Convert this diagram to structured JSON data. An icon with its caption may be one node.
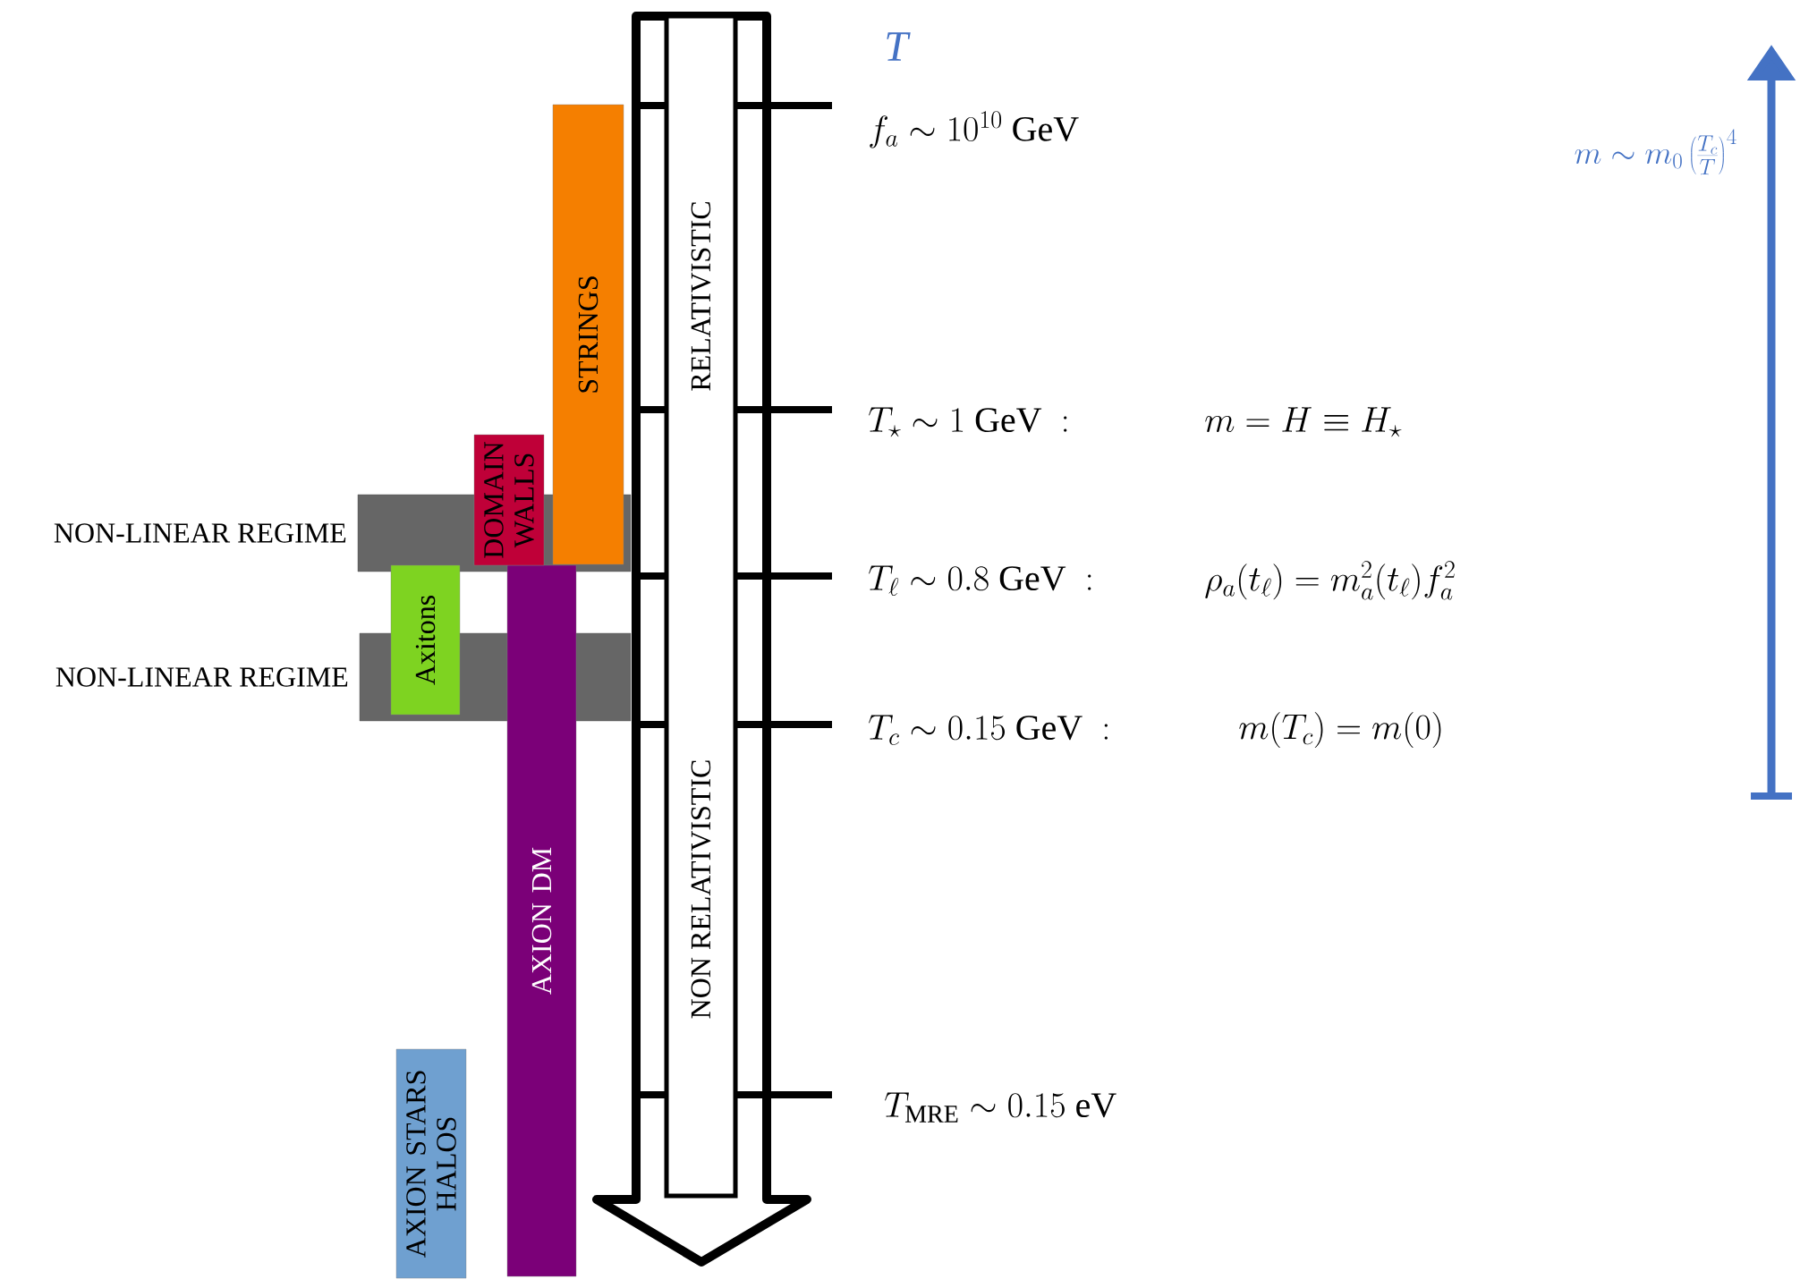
{
  "diagram": {
    "nodes": [
      {
        "text": [
          "NON-LINEAR REGIME"
        ]
      },
      {
        "text": [
          "NON-LINEAR REGIME"
        ]
      },
      {
        "text": [
          "STRINGS"
        ]
      },
      {
        "text": [
          "DOMAIN WALLS"
        ]
      },
      {
        "text": [
          "Axitons"
        ]
      },
      {
        "text": [
          "AXION DM"
        ]
      },
      {
        "text": [
          "AXION STARS HALOS"
        ]
      },
      {
        "text": [
          "RELATIVISTIC",
          "NON RELATIVISTIC"
        ]
      }
    ],
    "edges": [],
    "labels": [
      "T",
      "f_a \\sim 10^{10}\\ \\mathrm{GeV}",
      "m \\sim m_0 \\left(\\frac{T_c}{T}\\right)^4",
      "T_\\star \\sim 1\\ \\mathrm{GeV}\\ :",
      "m = H \\equiv H_\\star",
      "T_\\ell \\sim 0.8\\ \\mathrm{GeV}\\ :",
      "\\rho_a(t_\\ell) = m_a^2(t_\\ell) f_a^2",
      "T_c \\sim 0.15\\ \\mathrm{GeV}\\ :",
      "m(T_c) = m(0)",
      "T_{\\mathrm{MRE}} \\sim 0.15\\ \\mathrm{eV}"
    ]
  }
}
